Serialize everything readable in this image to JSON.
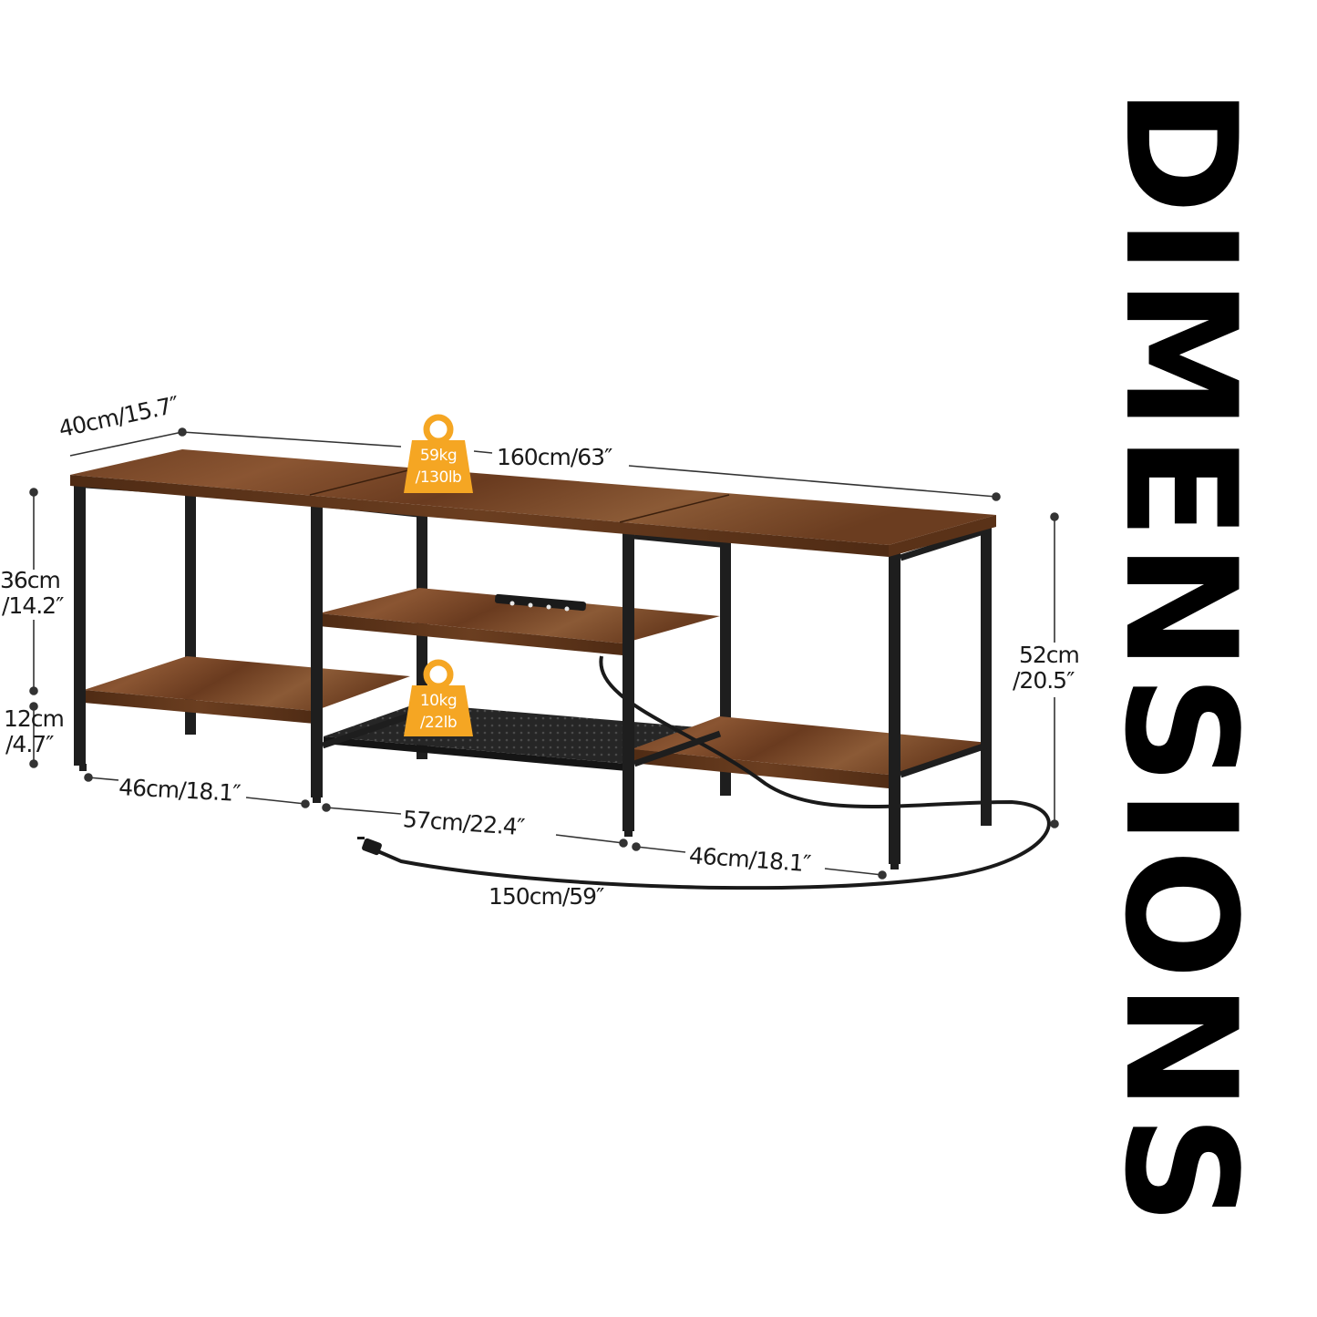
{
  "title": "DIMENSIONS",
  "dimensions": {
    "depth": "40cm/15.7″",
    "width": "160cm/63″",
    "left_upper_height_cm": "36cm",
    "left_upper_height_in": "/14.2″",
    "left_lower_height_cm": "12cm",
    "left_lower_height_in": "/4.7″",
    "total_height_cm": "52cm",
    "total_height_in": "/20.5″",
    "left_section": "46cm/18.1″",
    "middle_section": "57cm/22.4″",
    "right_section": "46cm/18.1″",
    "cord_length": "150cm/59″"
  },
  "weights": {
    "top_kg": "59kg",
    "top_lb": "/130lb",
    "shelf_kg": "10kg",
    "shelf_lb": "/22lb"
  },
  "colors": {
    "wood": "#7a4a2a",
    "wood_dark": "#5a3218",
    "frame": "#1e1e1e",
    "badge": "#f5a623",
    "lines": "#333333"
  }
}
